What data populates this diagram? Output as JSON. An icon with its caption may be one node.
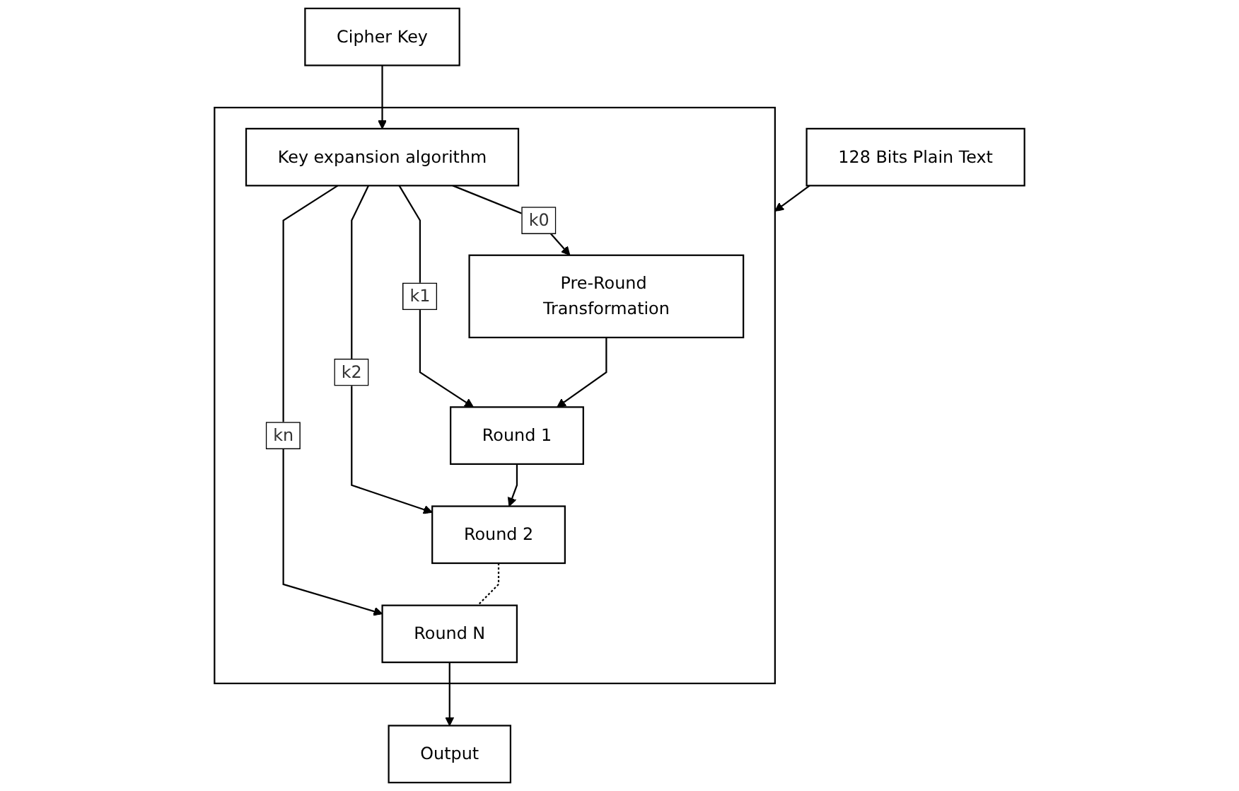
{
  "diagram": {
    "nodes": [
      {
        "text": [
          "128 Bits Plain Text"
        ]
      },
      {
        "text": [],
        "shape": "box"
      },
      {
        "text": [
          "Pre-Round Transformation"
        ],
        "in": 1
      },
      {
        "text": [
          "Round 1"
        ],
        "in": 1
      },
      {
        "text": [
          "Round 2"
        ],
        "in": 1
      },
      {
        "text": [
          "Round N"
        ],
        "in": 1
      },
      {
        "text": [
          "Key expansion algorithm"
        ],
        "in": 1
      },
      {
        "text": [
          "Cipher Key"
        ]
      },
      {
        "text": [
          "Output"
        ]
      }
    ],
    "edges": [
      {
        "from": 0,
        "to": 1,
        "arrow": "to"
      },
      {
        "from": 2,
        "to": 3,
        "arrow": "to"
      },
      {
        "from": 3,
        "to": 4,
        "arrow": "to"
      },
      {
        "from": 4,
        "to": 5,
        "arrow": "none",
        "style": "dashed"
      },
      {
        "from": 5,
        "to": 8,
        "arrow": "to"
      },
      {
        "from": 6,
        "to": 2,
        "arrow": "to",
        "label": "k0"
      },
      {
        "from": 6,
        "to": 3,
        "arrow": "to",
        "label": "k1"
      },
      {
        "from": 6,
        "to": 4,
        "arrow": "to",
        "label": "k2"
      },
      {
        "from": 6,
        "to": 5,
        "arrow": "to",
        "label": "kn"
      },
      {
        "from": 7,
        "to": 6,
        "arrow": "to"
      }
    ]
  }
}
